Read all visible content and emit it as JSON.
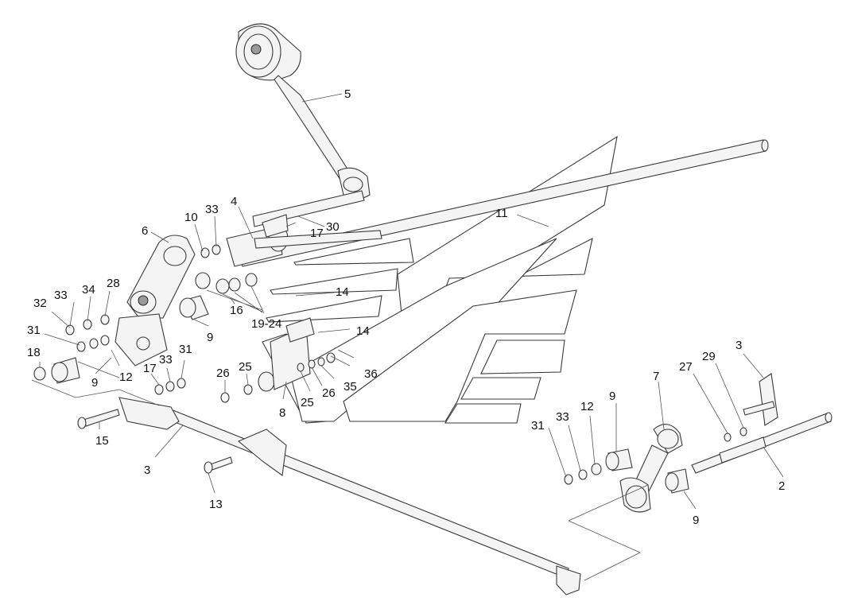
{
  "diagram": {
    "colors": {
      "line": "#3a3a3a",
      "text": "#111111",
      "background": "#ffffff"
    },
    "callouts": [
      {
        "id": "c5",
        "text": "5"
      },
      {
        "id": "c11",
        "text": "11"
      },
      {
        "id": "c4",
        "text": "4"
      },
      {
        "id": "c10",
        "text": "10"
      },
      {
        "id": "c33a",
        "text": "33"
      },
      {
        "id": "c30",
        "text": "30"
      },
      {
        "id": "c17a",
        "text": "17"
      },
      {
        "id": "c6",
        "text": "6"
      },
      {
        "id": "c14a",
        "text": "14"
      },
      {
        "id": "c14b",
        "text": "14"
      },
      {
        "id": "c33b",
        "text": "33"
      },
      {
        "id": "c34",
        "text": "34"
      },
      {
        "id": "c28",
        "text": "28"
      },
      {
        "id": "c32",
        "text": "32"
      },
      {
        "id": "c19",
        "text": "19-24"
      },
      {
        "id": "c31a",
        "text": "31"
      },
      {
        "id": "c9a",
        "text": "9"
      },
      {
        "id": "c16",
        "text": "16"
      },
      {
        "id": "c18",
        "text": "18"
      },
      {
        "id": "c12a",
        "text": "12"
      },
      {
        "id": "c17b",
        "text": "17"
      },
      {
        "id": "c33c",
        "text": "33"
      },
      {
        "id": "c31b",
        "text": "31"
      },
      {
        "id": "c9b",
        "text": "9"
      },
      {
        "id": "c26a",
        "text": "26"
      },
      {
        "id": "c25a",
        "text": "25"
      },
      {
        "id": "c36",
        "text": "36"
      },
      {
        "id": "c35",
        "text": "35"
      },
      {
        "id": "c26b",
        "text": "26"
      },
      {
        "id": "c25b",
        "text": "25"
      },
      {
        "id": "c8",
        "text": "8"
      },
      {
        "id": "c15",
        "text": "15"
      },
      {
        "id": "c3a",
        "text": "3"
      },
      {
        "id": "c13",
        "text": "13"
      },
      {
        "id": "c7",
        "text": "7"
      },
      {
        "id": "c27",
        "text": "27"
      },
      {
        "id": "c29",
        "text": "29"
      },
      {
        "id": "c3b",
        "text": "3"
      },
      {
        "id": "c31c",
        "text": "31"
      },
      {
        "id": "c33d",
        "text": "33"
      },
      {
        "id": "c12b",
        "text": "12"
      },
      {
        "id": "c9c",
        "text": "9"
      },
      {
        "id": "c2",
        "text": "2"
      },
      {
        "id": "c9d",
        "text": "9"
      }
    ]
  }
}
